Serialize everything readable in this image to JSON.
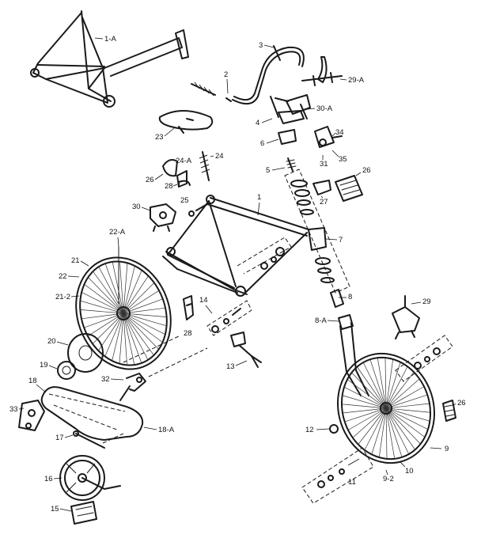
{
  "callouts": {
    "c1a": "1-A",
    "c2": "2",
    "c3": "3",
    "c4": "4",
    "c6": "6",
    "c5": "5",
    "c23": "23",
    "c24": "24",
    "c24a": "24-A",
    "c28a": "28",
    "c28b": "28",
    "c26a": "26",
    "c26b": "26",
    "c26c": "26",
    "c25": "25",
    "c30": "30",
    "c1": "1",
    "c7": "7",
    "c22a": "22-A",
    "c21": "21",
    "c22": "22",
    "c21_2": "21-2",
    "c14": "14",
    "c20": "20",
    "c19": "19",
    "c32": "32",
    "c18": "18",
    "c33": "33",
    "c18a": "18-A",
    "c17": "17",
    "c16": "16",
    "c15": "15",
    "c13": "13",
    "c8": "8",
    "c8a": "8-A",
    "c29": "29",
    "c29a": "29-A",
    "c30a": "30-A",
    "c34": "34",
    "c35": "35",
    "c31": "31",
    "c27": "27",
    "c12": "12",
    "c9": "9",
    "c10": "10",
    "c9_2": "9-2",
    "c11": "11"
  }
}
